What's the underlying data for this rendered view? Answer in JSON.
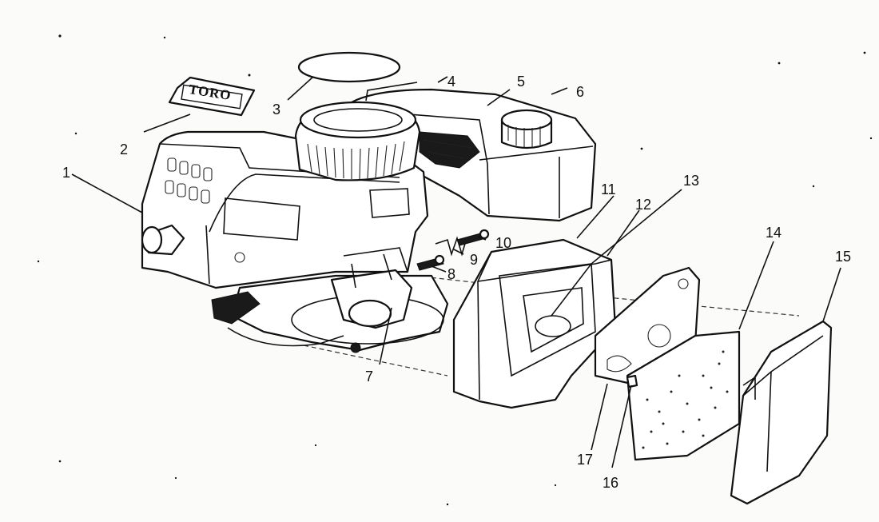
{
  "decal_text": "TORO",
  "callouts": [
    "1",
    "2",
    "3",
    "4",
    "5",
    "6",
    "7",
    "8",
    "9",
    "10",
    "11",
    "12",
    "13",
    "14",
    "15",
    "16",
    "17"
  ]
}
